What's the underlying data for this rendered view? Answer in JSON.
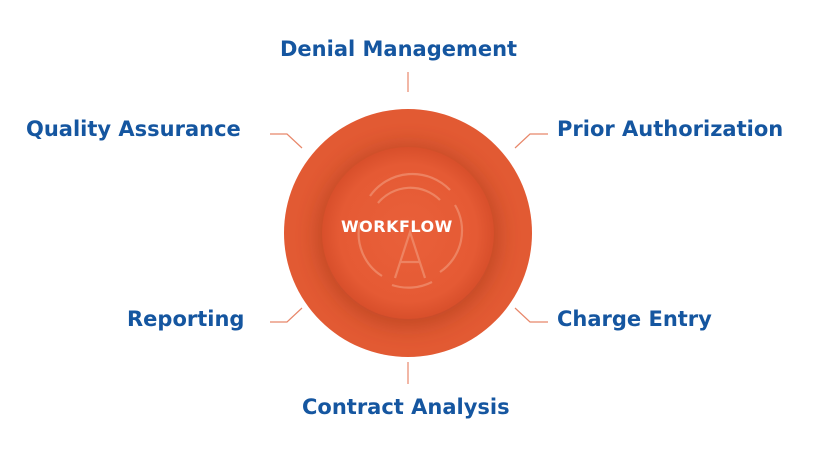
{
  "colors": {
    "accent": "#E25A33",
    "label": "#1556A0",
    "connector": "#E8876A"
  },
  "center": {
    "label": "WORKFLOW",
    "logo_icon": "stylized-a-logo-icon"
  },
  "nodes": [
    {
      "id": "denial-management",
      "label": "Denial Management"
    },
    {
      "id": "prior-authorization",
      "label": "Prior Authorization"
    },
    {
      "id": "charge-entry",
      "label": "Charge Entry"
    },
    {
      "id": "contract-analysis",
      "label": "Contract Analysis"
    },
    {
      "id": "reporting",
      "label": "Reporting"
    },
    {
      "id": "quality-assurance",
      "label": "Quality Assurance"
    }
  ]
}
